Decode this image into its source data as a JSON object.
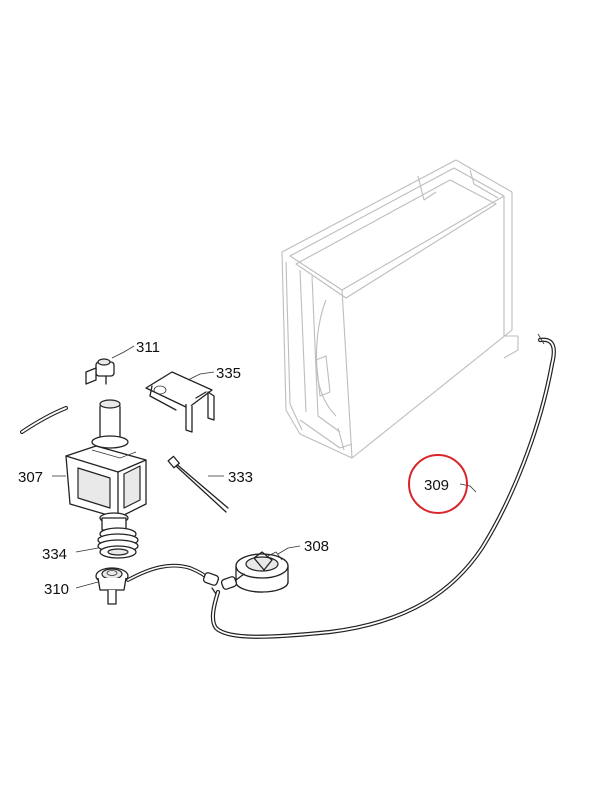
{
  "callouts": {
    "c311": "311",
    "c335": "335",
    "c307": "307",
    "c333": "333",
    "c334": "334",
    "c310": "310",
    "c308": "308",
    "c309": "309"
  },
  "highlight": {
    "target": "309",
    "color": "#d9262c"
  },
  "colors": {
    "linework": "#222222",
    "tank_outline": "#bdbdbd",
    "background": "#ffffff"
  }
}
